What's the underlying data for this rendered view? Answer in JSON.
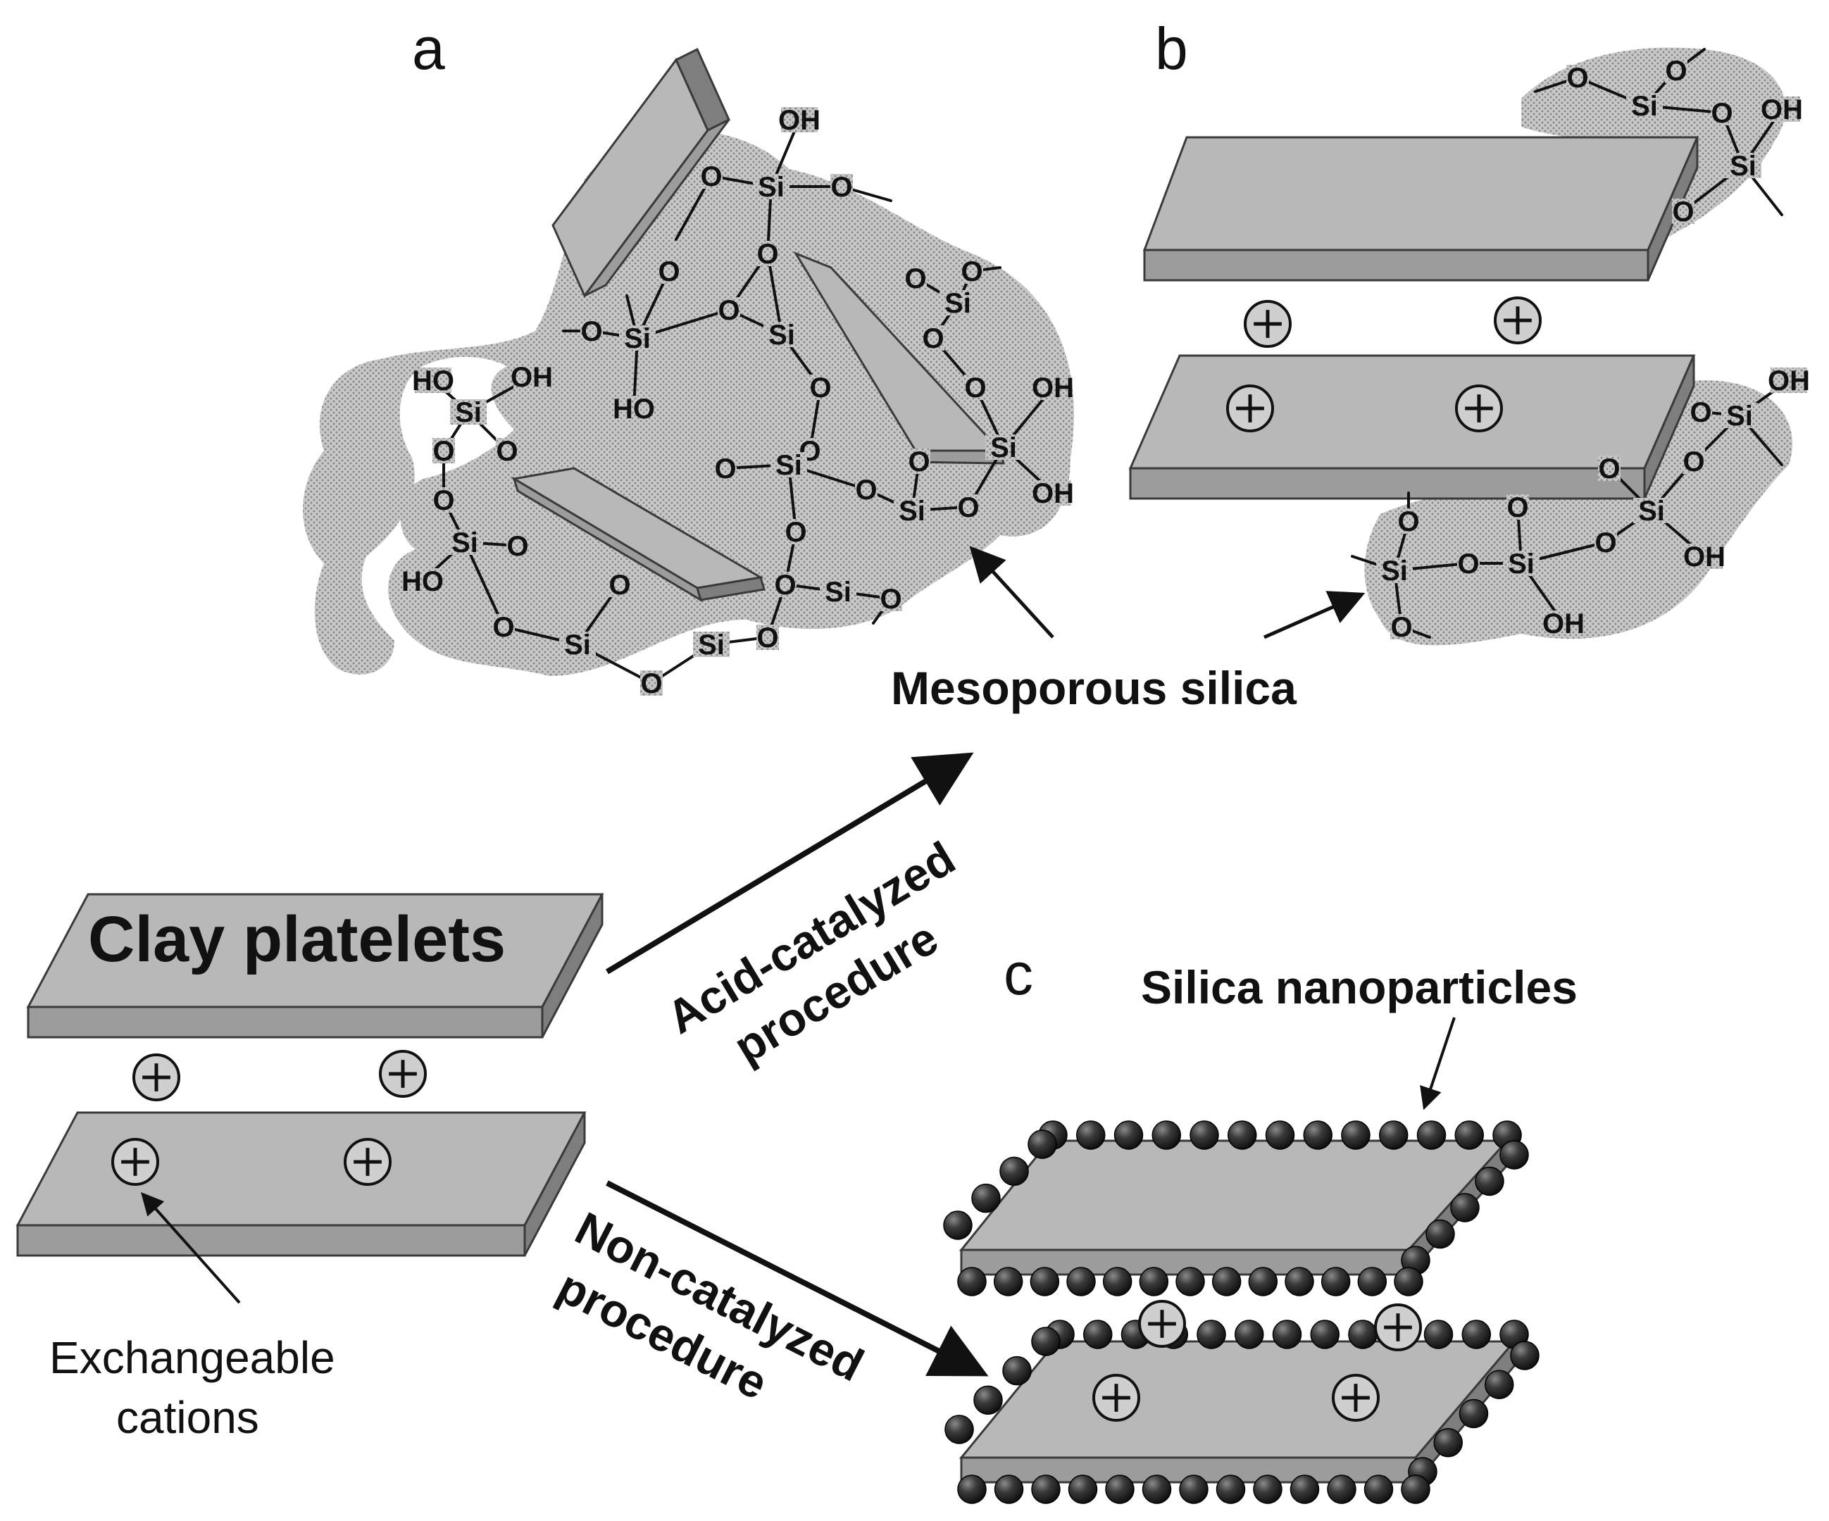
{
  "panels": {
    "a": "a",
    "b": "b",
    "c": "c"
  },
  "labels": {
    "clay_platelets": "Clay platelets",
    "exchangeable_line1": "Exchangeable",
    "exchangeable_line2": "cations",
    "mesoporous_silica": "Mesoporous silica",
    "silica_nanoparticles": "Silica nanoparticles",
    "acid_line1": "Acid-catalyzed",
    "acid_line2": "procedure",
    "non_line1": "Non-catalyzed",
    "non_line2": "procedure"
  },
  "chem": {
    "si": "Si",
    "o": "O",
    "oh": "OH",
    "ho": "HO",
    "plus": "⊕"
  },
  "colors": {
    "plate_top": "#b8b8b8",
    "plate_front": "#9c9c9c",
    "silica_region": "#bdbdbd",
    "nanoparticle": "#2e2e2e"
  }
}
